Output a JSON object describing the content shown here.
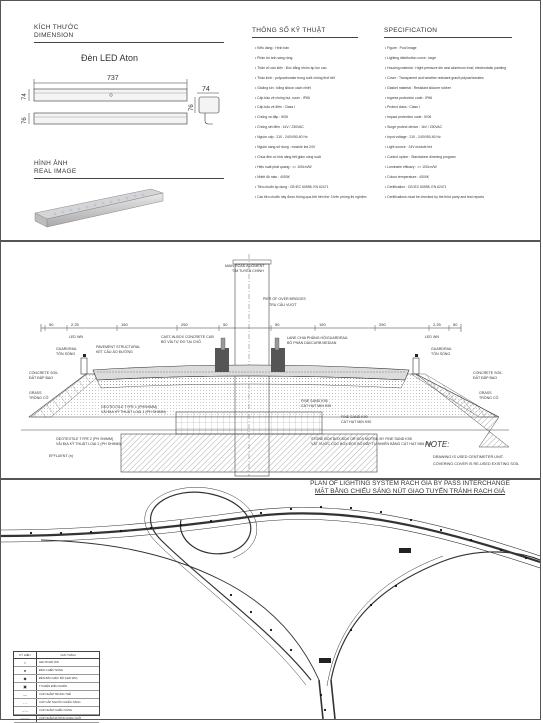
{
  "top_panel": {
    "dimension": {
      "title_vi": "KÍCH THƯỚC",
      "title_en": "DIMENSION"
    },
    "product_name": "Đèn LED Aton",
    "dims": {
      "length": "737",
      "height": "74",
      "depth": "76",
      "side_w": "74",
      "side_h": "76"
    },
    "real_image": {
      "title_vi": "HÌNH ẢNH",
      "title_en": "REAL IMAGE"
    },
    "tech_vi": {
      "title": "THÔNG SỐ KỸ THUẬT",
      "items": [
        "Kiểu dáng : Hình bán",
        "Phân bố ánh sáng rộng",
        "Thân vỏ cấu kiện : Đúc bằng nhôm áp lực cao",
        "Thấu kính : polycarbonate trong suốt chống thời tiết",
        "Gioăng kín : bằng silicon cách nhiệt",
        "Cấp bảo vệ chống bụi, nước : IP66",
        "Cấp bảo vệ điện : Class I",
        "Chống va đập : IK06",
        "Chống sét điện : 1kV / 230VAC",
        "Nguồn cấp : 210 - 240V/50-60 Hz",
        "Nguồn sáng sử dụng : module led 24V",
        "Chúa đèn có khả năng tiết giảm công suất",
        "Hiệu suất phát quang : >= 100Lm/W",
        "Nhiệt độ màu : 4000K",
        "Tiêu chuẩn áp dụng : CB IEC 60598, EN 62471",
        "Các tiêu chuẩn này được thông qua bởi bên thứ 3 trên phòng thí nghiệm"
      ]
    },
    "spec_en": {
      "title": "SPECIFICATION",
      "items": [
        "Figure : Pool image",
        "Lighting distribution curve : large",
        "Housing material : Hight pressure die cast aluminum frost, electrostatic painting",
        "Cover : Transparent and weather resistant grasit polycarbonates",
        "Gasket material : Resistant silicone rubber",
        "Ingress protection code : IP66",
        "Protect class : Class I",
        "Impact protection code : IK06",
        "Surge protect device : 1kV / 230VAC",
        "Input voltage : 210 - 240V/50-60 Hz",
        "Light source : 24V module led",
        "Control option : Standalone dimming program",
        "Luminaire efficacy : >= 100Lm/W",
        "Colour temperature : 4000K",
        "Certification : CB IEC 60598, EN 62471",
        "Certifications must be checked by the third party and test reports"
      ]
    }
  },
  "middle_panel": {
    "labels": {
      "main_road": "MAIN ROAD ALIGMENT",
      "main_road_vi": "TIM TUYẾN CHÍNH",
      "pier_en": "PIER OF OVER BRIDGES",
      "pier_vi": "TRỤ CẦU VƯỢT",
      "led_left": "LED WN",
      "led_right": "LED WN",
      "guardrail_left": "GUARDRAIL",
      "guardrail_left_vi": "TÔN SÓNG",
      "guardrail_right": "GUARDRAIL",
      "guardrail_right_vi": "TÔN SÓNG",
      "pavement": "PAVEMENT STRUCTURAL",
      "pavement_vi": "KẾT CẤU ÁO ĐƯỜNG",
      "cast_curb": "CAST-IN-BOX CONCRETE CUB",
      "cast_curb_vi": "BÓ VỈA TỰ ĐỔ TẠI CHỖ",
      "median": "LANE CHIA PHÂNG HỘ/GUARDRAIL",
      "median_vi": "BỘ PHÂN DẢI/CURB MEDIAN",
      "concrete_left": "CONCRETE SOIL",
      "concrete_left_vi": "ĐẤT ĐẮP BAO",
      "concrete_right": "CONCRETE SOIL",
      "concrete_right_vi": "ĐẤT ĐẮP BAO",
      "grass_left": "GRASS",
      "grass_left_vi": "TRỒNG CỎ",
      "grass_right": "GRASS",
      "grass_right_vi": "TRỒNG CỎ",
      "geotextile": "GEOTEXTILE TYPE 1 (PHSHIMM)",
      "geotextile_vi": "VẢI ĐỊA KỸ THUẬT LOẠI 1 (PH SHIMM)",
      "fine_sand": "FINE SAND K95",
      "fine_sand_vi": "CÁT HẠT MỊN K95",
      "fine_sand2": "FINE SAND K90",
      "fine_sand2_vi": "CÁT HẠT MỊN K90",
      "geotextile2": "GEOTEXTILE TYPE 2 (PH SHIMM)",
      "geotextile2_vi": "VẢI ĐỊA KỸ THUẬT LOẠI 2 (PH SHIMM)",
      "stone": "STONE BOX BOX BOX OR BOX MOTRIL BY FINE SAND K95",
      "stone_vi": "VẬT VƯỚC CỌC BOX BOX BỎ ĐẮP TỰ NHIÊN BẰNG CÁT HẠT MỊN K95",
      "effluent": "EFFLUENT (n)",
      "note_title": "NOTE:",
      "note1": "DRAWING IS USED CENTIMETER UNIT.",
      "note2": "COVERING COVER IS RE-USED EXISTING SOIL"
    },
    "dims": [
      "50",
      "2.25",
      "150",
      "250",
      "50",
      "50",
      "150",
      "250",
      "2.25",
      "50"
    ]
  },
  "bottom_panel": {
    "title_en": "PLAN OF LIGHTING SYSTEM RACH GIA BY PASS INTERCHANGE",
    "title_vi": "MẶT BẰNG CHIẾU SÁNG NÚT GIAO TUYẾN TRÁNH RẠCH GIÁ",
    "legend": {
      "header_sym": "KÝ HIỆU",
      "header_desc": "CHÚ THÍCH",
      "rows": [
        "LED ROAD WN",
        "ĐÈN CHIẾU SÁNG",
        "ĐÈN BÁO HIỆU BỘ (LED WN)",
        "TỦ ĐIỆN ĐIỀU KHIỂN",
        "CÁP NGẦM TRUNG THẾ",
        "CÁP CẤP NGUỒN CHIẾU SÁNG",
        "CÁP NGẦM CHIẾU SÁNG",
        "CÁP NGẦM ĐƯỜNG RANH GIỚI"
      ]
    }
  }
}
